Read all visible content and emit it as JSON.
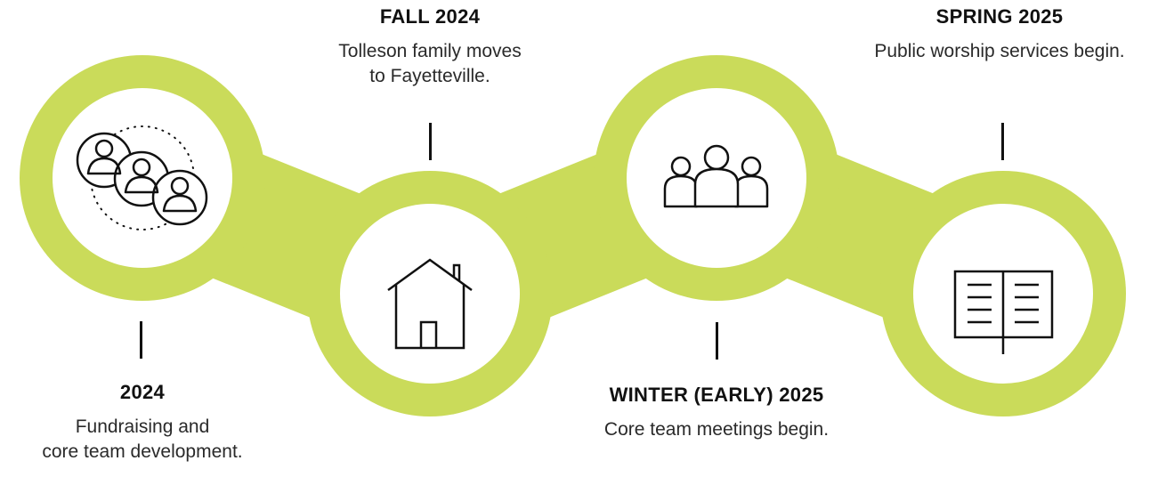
{
  "colors": {
    "accent": "#cadb5a",
    "ink": "#111111"
  },
  "milestones": [
    {
      "title": "2024",
      "desc_lines": [
        "Fundraising and",
        "core team development."
      ],
      "icon": "people-network-icon"
    },
    {
      "title": "FALL 2024",
      "desc_lines": [
        "Tolleson family moves",
        "to Fayetteville."
      ],
      "icon": "house-icon"
    },
    {
      "title": "WINTER (EARLY) 2025",
      "desc_lines": [
        "Core team meetings begin."
      ],
      "icon": "group-icon"
    },
    {
      "title": "SPRING 2025",
      "desc_lines": [
        "Public worship services begin."
      ],
      "icon": "open-book-icon"
    }
  ]
}
